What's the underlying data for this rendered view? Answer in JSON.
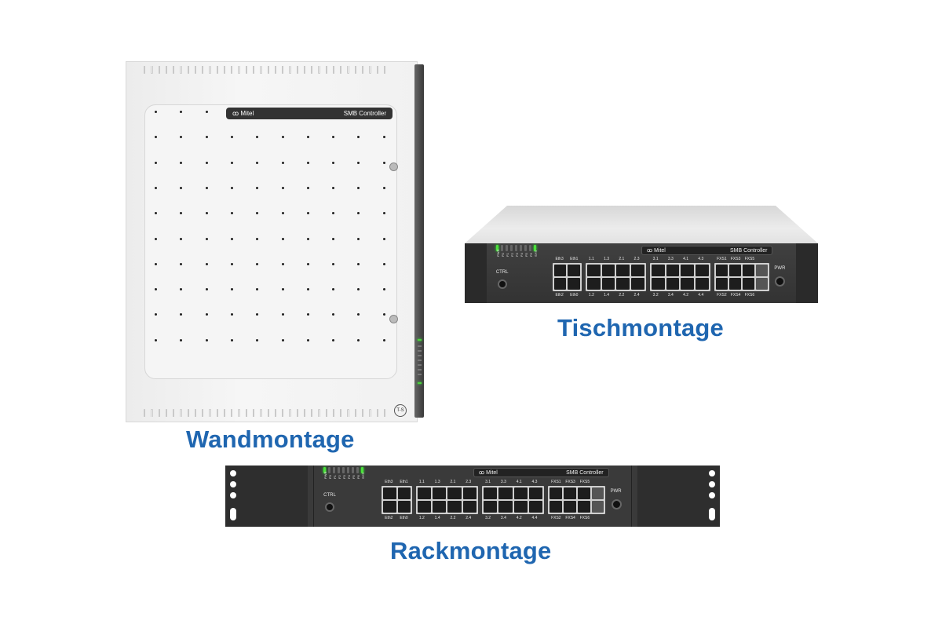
{
  "captions": {
    "wall": "Wandmontage",
    "desk": "Tischmontage",
    "rack": "Rackmontage"
  },
  "device": {
    "brand": "Mitel",
    "model": "SMB Controller",
    "brand_icon": "mitel-logo-icon",
    "wall_badge": "T-S",
    "leds": [
      "PWR",
      "F0",
      "F1",
      "F2",
      "F3",
      "F4",
      "F5",
      "F6",
      "SYS"
    ],
    "led_on": [
      "PWR",
      "SYS"
    ],
    "ctrl_label": "CTRL",
    "pwr_label": "PWR",
    "eth_top": [
      "Eth3",
      "Eth1"
    ],
    "eth_bottom": [
      "Eth2",
      "Eth0"
    ],
    "port_top_1": [
      "1.1",
      "1.3",
      "2.1",
      "2.3"
    ],
    "port_bottom_1": [
      "1.2",
      "1.4",
      "2.2",
      "2.4"
    ],
    "port_top_2": [
      "3.1",
      "3.3",
      "4.1",
      "4.3"
    ],
    "port_bottom_2": [
      "3.2",
      "3.4",
      "4.2",
      "4.4"
    ],
    "fxs_top": [
      "FXS1",
      "FXS3",
      "FXS5"
    ],
    "fxs_bottom": [
      "FXS2",
      "FXS4",
      "FXS6"
    ]
  },
  "colors": {
    "caption": "#1f66b0",
    "led_on": "#4be03a"
  }
}
